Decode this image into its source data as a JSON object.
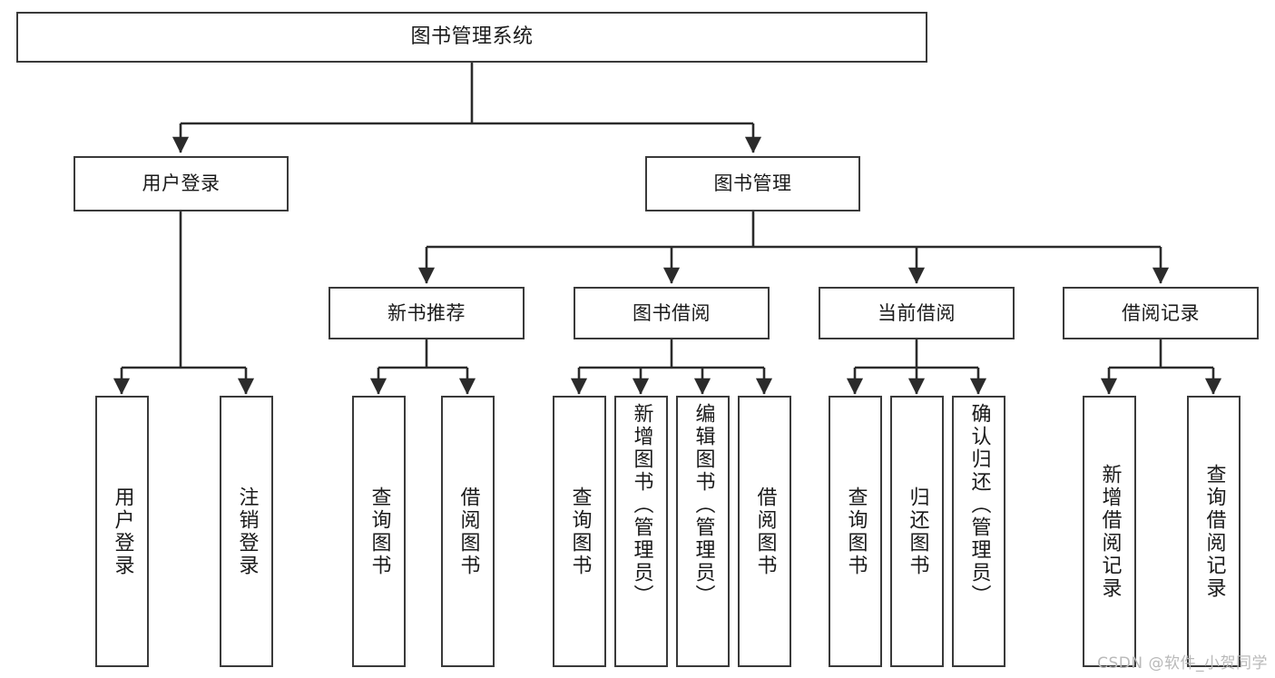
{
  "diagram": {
    "title": "图书管理系统",
    "type": "functional-structure-tree",
    "watermark": "CSDN @软件_小贺同学",
    "colors": {
      "background": "#ffffff",
      "box_border": "#3a3a3a",
      "box_fill": "#ffffff",
      "edge": "#2b2b2b",
      "text": "#1a1a1a",
      "watermark": "#b9b9b9"
    },
    "levels": {
      "level1": [
        {
          "id": "root",
          "label": "图书管理系统"
        }
      ],
      "level2": [
        {
          "id": "user-login",
          "label": "用户登录"
        },
        {
          "id": "book-manage",
          "label": "图书管理"
        }
      ],
      "level3": [
        {
          "id": "new-book-rec",
          "label": "新书推荐",
          "parent": "book-manage"
        },
        {
          "id": "book-borrow",
          "label": "图书借阅",
          "parent": "book-manage"
        },
        {
          "id": "current-borrow",
          "label": "当前借阅",
          "parent": "book-manage"
        },
        {
          "id": "borrow-record",
          "label": "借阅记录",
          "parent": "book-manage"
        }
      ],
      "leaves": [
        {
          "id": "leaf-user-login",
          "label": "用户登录",
          "parent": "user-login"
        },
        {
          "id": "leaf-logout",
          "label": "注销登录",
          "parent": "user-login"
        },
        {
          "id": "leaf-query-book-1",
          "label": "查询图书",
          "parent": "new-book-rec"
        },
        {
          "id": "leaf-borrow-book-1",
          "label": "借阅图书",
          "parent": "new-book-rec"
        },
        {
          "id": "leaf-query-book-2",
          "label": "查询图书",
          "parent": "book-borrow"
        },
        {
          "id": "leaf-add-book",
          "label": "新增图书（管理员）",
          "parent": "book-borrow"
        },
        {
          "id": "leaf-edit-book",
          "label": "编辑图书（管理员）",
          "parent": "book-borrow"
        },
        {
          "id": "leaf-borrow-book-2",
          "label": "借阅图书",
          "parent": "book-borrow"
        },
        {
          "id": "leaf-query-book-3",
          "label": "查询图书",
          "parent": "current-borrow"
        },
        {
          "id": "leaf-return-book",
          "label": "归还图书",
          "parent": "current-borrow"
        },
        {
          "id": "leaf-confirm-return",
          "label": "确认归还（管理员）",
          "parent": "current-borrow"
        },
        {
          "id": "leaf-add-record",
          "label": "新增借阅记录",
          "parent": "borrow-record"
        },
        {
          "id": "leaf-query-record",
          "label": "查询借阅记录",
          "parent": "borrow-record"
        }
      ]
    }
  }
}
